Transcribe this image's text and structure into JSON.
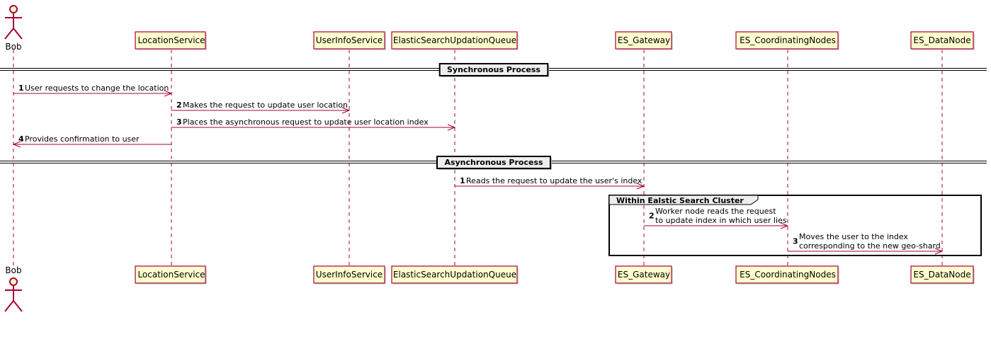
{
  "participants": [
    {
      "id": "bob",
      "label": "Bob",
      "type": "actor"
    },
    {
      "id": "location",
      "label": "LocationService",
      "type": "participant"
    },
    {
      "id": "userinfo",
      "label": "UserInfoService",
      "type": "participant"
    },
    {
      "id": "queue",
      "label": "ElasticSearchUpdationQueue",
      "type": "participant"
    },
    {
      "id": "gateway",
      "label": "ES_Gateway",
      "type": "participant"
    },
    {
      "id": "coord",
      "label": "ES_CoordinatingNodes",
      "type": "participant"
    },
    {
      "id": "datanode",
      "label": "ES_DataNode",
      "type": "participant"
    }
  ],
  "dividers": [
    {
      "label": "Synchronous Process"
    },
    {
      "label": "Asynchronous Process"
    }
  ],
  "group": {
    "label": "Within Ealstic Search Cluster"
  },
  "messages": [
    {
      "num": "1",
      "from": "bob",
      "to": "location",
      "lines": [
        "User requests to change the location"
      ]
    },
    {
      "num": "2",
      "from": "location",
      "to": "userinfo",
      "lines": [
        "Makes the request to update user location"
      ]
    },
    {
      "num": "3",
      "from": "location",
      "to": "queue",
      "lines": [
        "Places the asynchronous request to update user location index"
      ]
    },
    {
      "num": "4",
      "from": "location",
      "to": "bob",
      "lines": [
        "Provides confirmation to user"
      ]
    },
    {
      "num": "1",
      "from": "queue",
      "to": "gateway",
      "lines": [
        "Reads the request to update the user's index"
      ]
    },
    {
      "num": "2",
      "from": "gateway",
      "to": "coord",
      "lines": [
        "Worker node reads the request",
        "to update index in which user lies"
      ]
    },
    {
      "num": "3",
      "from": "coord",
      "to": "datanode",
      "lines": [
        "Moves the user to the index",
        "corresponding to the new geo-shard"
      ]
    }
  ],
  "colors": {
    "participant_fill": "#FEFECE",
    "participant_border": "#A80036",
    "arrow": "#A80036",
    "divider_fill": "#EEEEEE"
  }
}
